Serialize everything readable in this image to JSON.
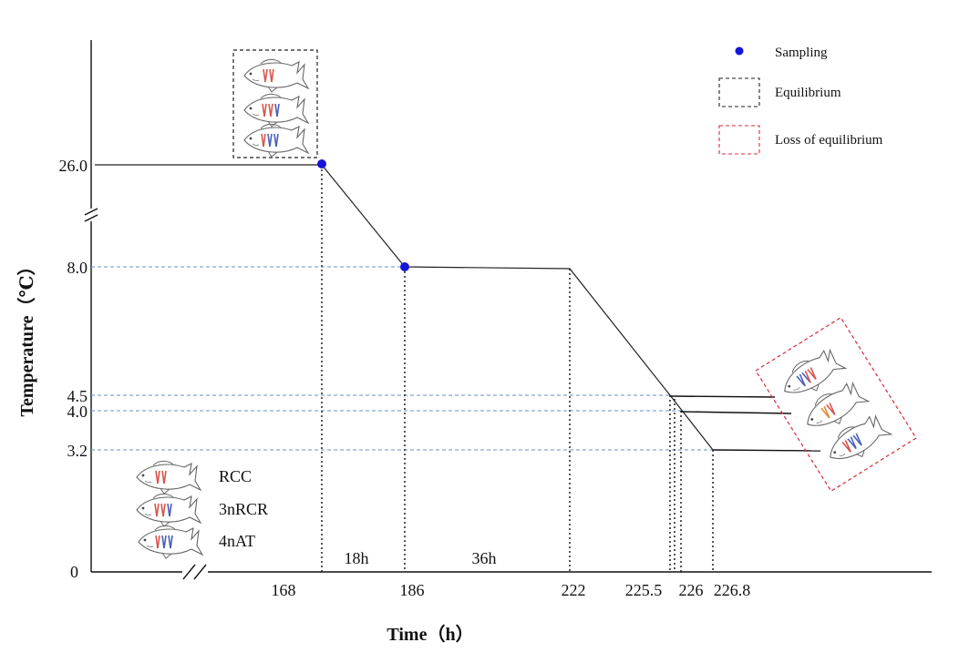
{
  "axis": {
    "y_title": "Temperature（℃）",
    "x_title": "Time（h）"
  },
  "y_ticks": [
    "26.0",
    "8.0",
    "4.5",
    "4.0",
    "3.2",
    "0"
  ],
  "x_ticks": [
    "168",
    "186",
    "222",
    "225.5",
    "226",
    "226.8"
  ],
  "intervals": [
    "18h",
    "36h"
  ],
  "legend": {
    "sampling": "Sampling",
    "equilibrium": "Equilibrium",
    "loss": "Loss of equilibrium"
  },
  "fish_key": [
    "RCC",
    "3nRCR",
    "4nAT"
  ],
  "colors": {
    "sample_point": "#1515d8",
    "equilibrium_box": "#222222",
    "loss_box": "#d8283c",
    "chrom_red": "#d5564d",
    "chrom_blue": "#4a5fb8",
    "chrom_orange": "#e08a3a",
    "guide_blue": "#6a8fc4"
  },
  "icons": {
    "sample": "filled-circle",
    "fish": "fish-with-chromosomes-icon"
  }
}
